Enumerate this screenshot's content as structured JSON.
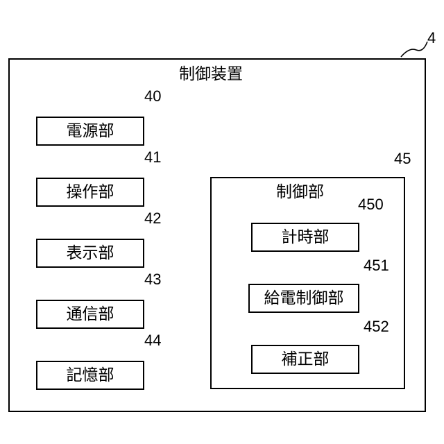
{
  "device": {
    "title": "制御装置",
    "ref": "4"
  },
  "components": [
    {
      "label": "電源部",
      "ref": "40"
    },
    {
      "label": "操作部",
      "ref": "41"
    },
    {
      "label": "表示部",
      "ref": "42"
    },
    {
      "label": "通信部",
      "ref": "43"
    },
    {
      "label": "記憶部",
      "ref": "44"
    }
  ],
  "control_unit": {
    "title": "制御部",
    "ref": "45",
    "sub_units": [
      {
        "label": "計時部",
        "ref": "450"
      },
      {
        "label": "給電制御部",
        "ref": "451"
      },
      {
        "label": "補正部",
        "ref": "452"
      }
    ]
  }
}
